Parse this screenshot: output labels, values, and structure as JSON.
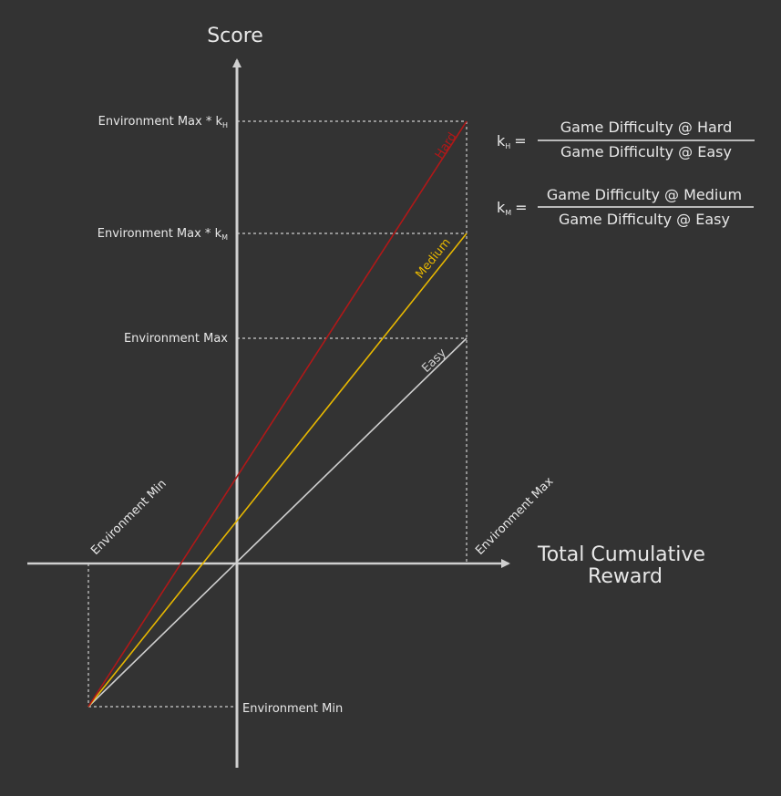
{
  "axes": {
    "y_title": "Score",
    "x_title_line1": "Total Cumulative",
    "x_title_line2": "Reward"
  },
  "y_ticks": {
    "max_h": "Environment Max * k",
    "max_h_sub": "H",
    "max_m": "Environment Max * k",
    "max_m_sub": "M",
    "max": "Environment Max",
    "min": "Environment Min"
  },
  "x_ticks": {
    "min": "Environment Min",
    "max": "Environment Max"
  },
  "lines": [
    {
      "name": "Hard",
      "color": "#b01818"
    },
    {
      "name": "Medium",
      "color": "#e8b800"
    },
    {
      "name": "Easy",
      "color": "#cfcfcf"
    }
  ],
  "formulas": {
    "kh": {
      "lhs": "k",
      "lhs_sub": "H",
      "eq": "=",
      "numerator": "Game Difficulty @ Hard",
      "denominator": "Game Difficulty @ Easy"
    },
    "km": {
      "lhs": "k",
      "lhs_sub": "M",
      "eq": "=",
      "numerator": "Game Difficulty @ Medium",
      "denominator": "Game Difficulty @ Easy"
    }
  },
  "colors": {
    "background": "#333333",
    "axis": "#d0d0d0",
    "text": "#e8e8e8",
    "hard": "#b01818",
    "medium": "#e8b800",
    "easy": "#cfcfcf"
  }
}
